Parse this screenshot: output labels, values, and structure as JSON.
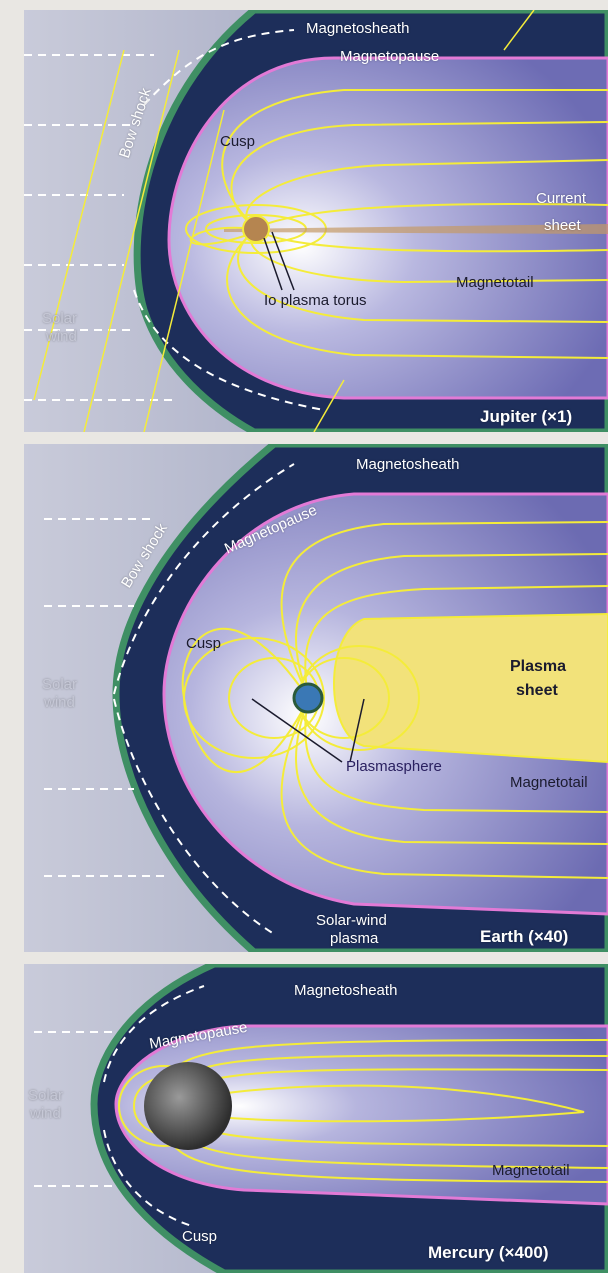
{
  "panels": {
    "jupiter": {
      "title": "Jupiter (×1)",
      "labels": {
        "magnetosheath": "Magnetosheath",
        "magnetopause": "Magnetopause",
        "bow_shock": "Bow shock",
        "cusp": "Cusp",
        "current_sheet_1": "Current",
        "current_sheet_2": "sheet",
        "io_torus": "Io plasma torus",
        "magnetotail": "Magnetotail",
        "solar_wind_1": "Solar",
        "solar_wind_2": "wind"
      }
    },
    "earth": {
      "title": "Earth (×40)",
      "labels": {
        "magnetosheath": "Magnetosheath",
        "magnetopause": "Magnetopause",
        "bow_shock": "Bow shock",
        "cusp": "Cusp",
        "plasma_sheet_1": "Plasma",
        "plasma_sheet_2": "sheet",
        "solar_wind_1": "Solar",
        "solar_wind_2": "wind",
        "magnetotail": "Magnetotail",
        "plasmasphere": "Plasmasphere",
        "sw_plasma_1": "Solar-wind",
        "sw_plasma_2": "plasma"
      }
    },
    "mercury": {
      "title": "Mercury (×400)",
      "labels": {
        "magnetosheath": "Magnetosheath",
        "magnetopause": "Magnetopause",
        "solar_wind_1": "Solar",
        "solar_wind_2": "wind",
        "magnetotail": "Magnetotail",
        "cusp": "Cusp"
      }
    }
  },
  "colors": {
    "sheath": "#1d2e5a",
    "cavity": "#8a89c8",
    "field_line": "#f4ec3a",
    "bow_shock": "#3f8f64",
    "plasma_sheet": "#f2e27a"
  }
}
